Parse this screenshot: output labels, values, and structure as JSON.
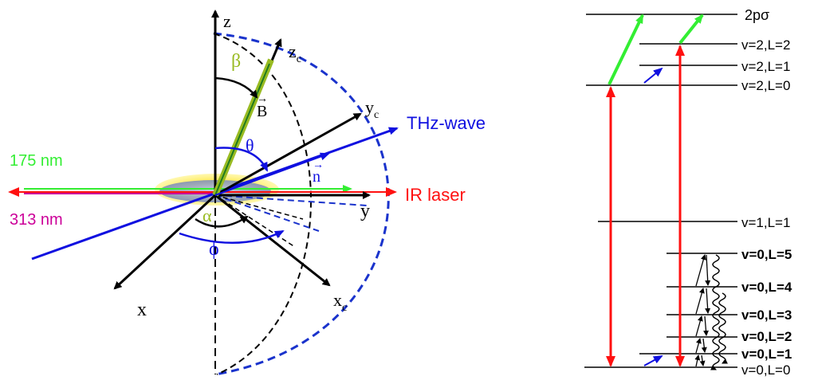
{
  "geometry_diagram": {
    "axis_labels": {
      "z": "z",
      "y": "y",
      "x": "x",
      "zc_base": "z",
      "yc_base": "y",
      "xc_base": "x",
      "sub_c": "c"
    },
    "vectors": {
      "B": "B",
      "n": "n",
      "arrow_accent": "→"
    },
    "angles": {
      "beta": "β",
      "theta": "θ",
      "alpha": "α",
      "phi": "ϕ"
    },
    "beams": {
      "thz": "THz-wave",
      "ir": "IR laser",
      "uv1": "175 nm",
      "uv2": "313 nm"
    },
    "colors": {
      "thz_blue": "#1010e0",
      "ir_red": "#ff1010",
      "uv_green": "#33ee33",
      "uv_magenta": "#cc0099",
      "beta_olive": "#99bb22",
      "dashed_blue": "#1a33cc",
      "black": "#000000"
    }
  },
  "energy_levels": {
    "levels": [
      "2pσ",
      "v=2,L=2",
      "v=2,L=1",
      "v=2,L=0",
      "v=1,L=1",
      "v=0,L=5",
      "v=0,L=4",
      "v=0,L=3",
      "v=0,L=2",
      "v=0,L=1",
      "v=0,L=0"
    ]
  }
}
